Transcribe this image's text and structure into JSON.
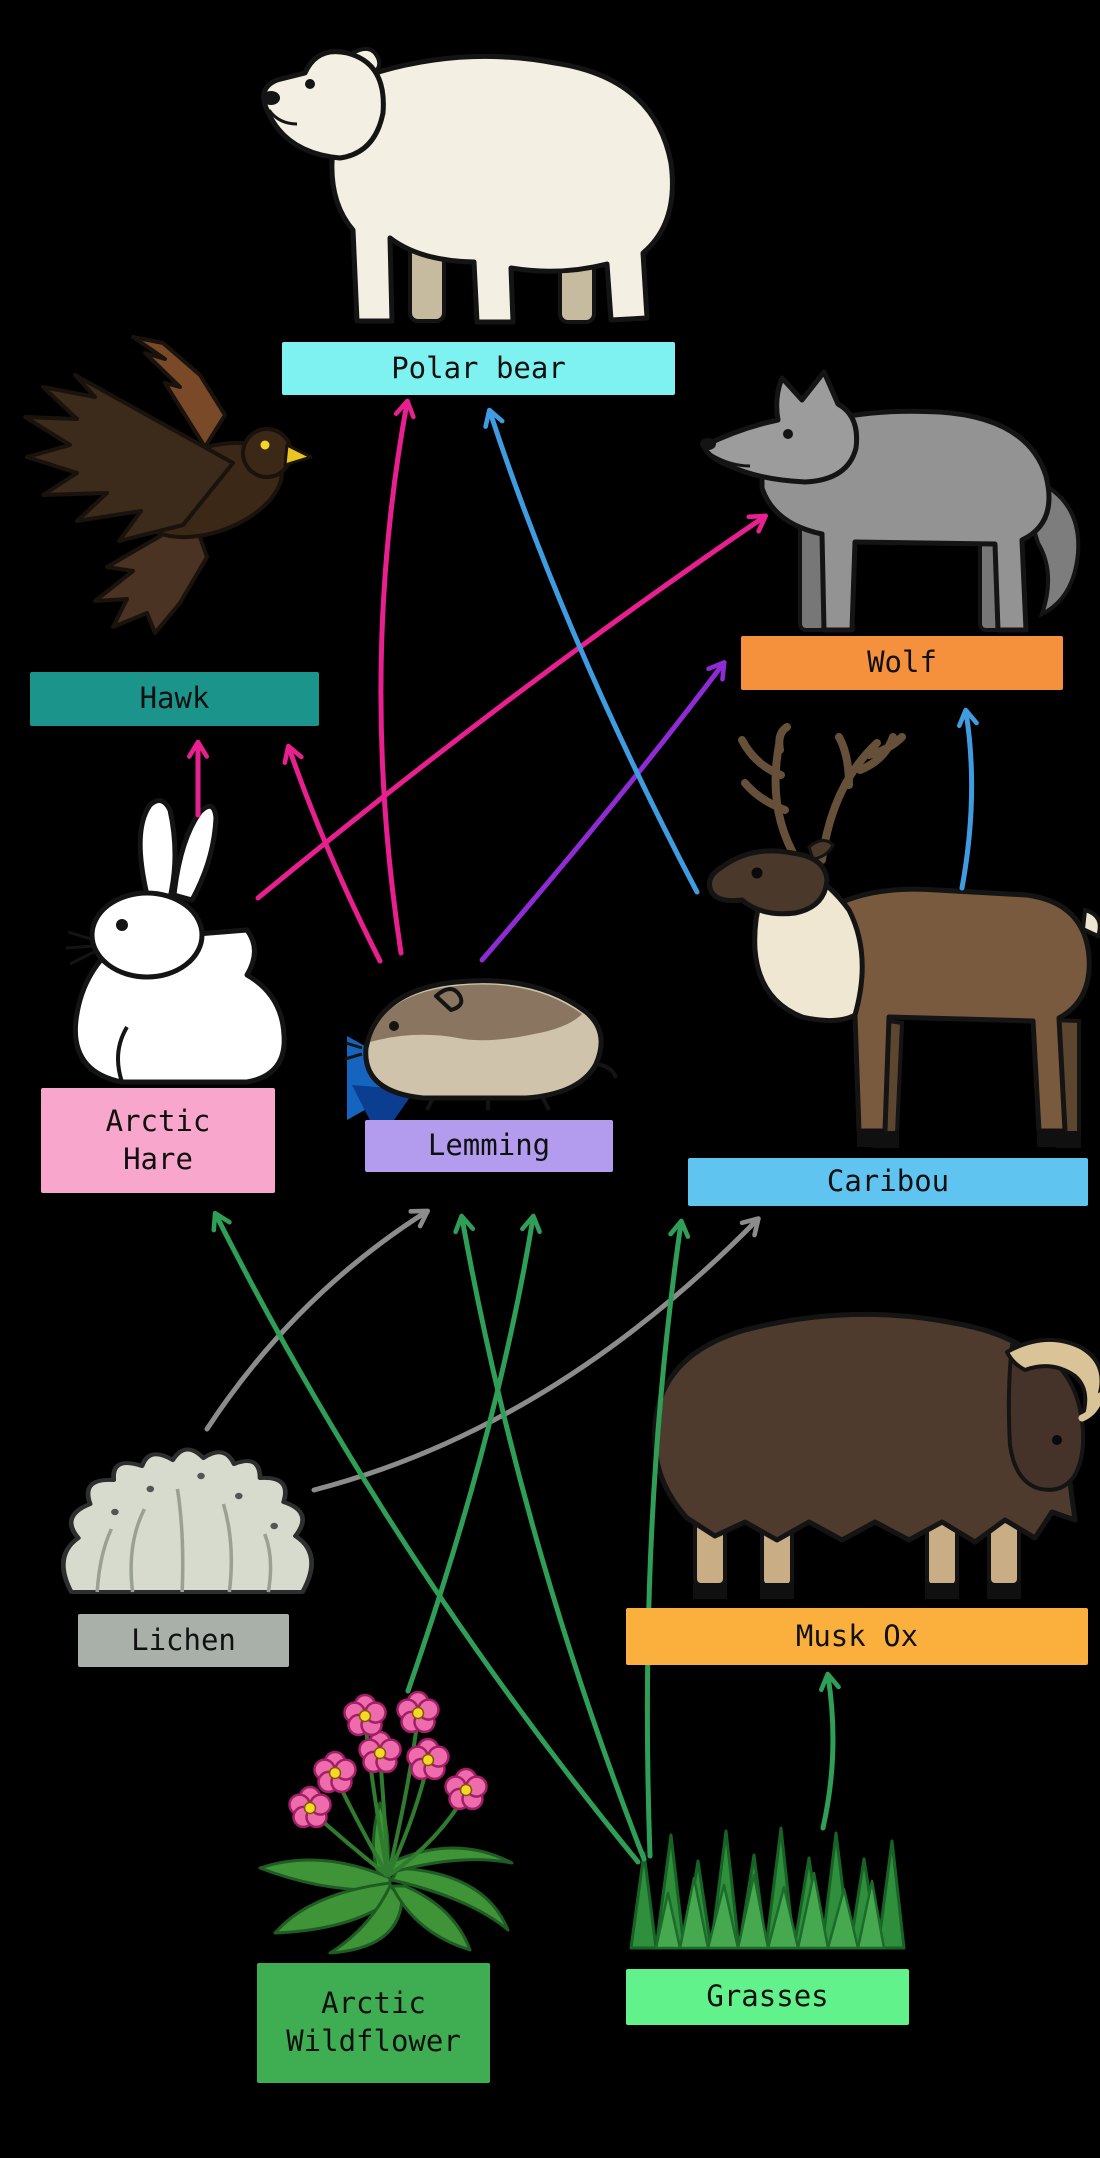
{
  "page": {
    "background": "#000000"
  },
  "organisms": [
    {
      "id": "polar-bear",
      "label": "Polar bear",
      "label_color": "#7ef2f0"
    },
    {
      "id": "hawk",
      "label": "Hawk",
      "label_color": "#1b948c"
    },
    {
      "id": "wolf",
      "label": "Wolf",
      "label_color": "#f5913d"
    },
    {
      "id": "arctic-hare",
      "label": "Arctic Hare",
      "label_color": "#f8a6cc"
    },
    {
      "id": "lemming",
      "label": "Lemming",
      "label_color": "#b39ced"
    },
    {
      "id": "caribou",
      "label": "Caribou",
      "label_color": "#5fc4f0"
    },
    {
      "id": "musk-ox",
      "label": "Musk Ox",
      "label_color": "#fbb03e"
    },
    {
      "id": "lichen",
      "label": "Lichen",
      "label_color": "#a9b0a9"
    },
    {
      "id": "arctic-wildflower",
      "label": "Arctic Wildflower",
      "label_color": "#3fae52"
    },
    {
      "id": "grasses",
      "label": "Grasses",
      "label_color": "#62f28c"
    }
  ],
  "arrows": [
    {
      "from": "arctic-hare",
      "to": "hawk",
      "color": "#e81f8f"
    },
    {
      "from": "arctic-hare",
      "to": "wolf",
      "color": "#e81f8f"
    },
    {
      "from": "lemming",
      "to": "polar-bear",
      "color": "#e81f8f"
    },
    {
      "from": "lemming",
      "to": "hawk",
      "color": "#e81f8f"
    },
    {
      "from": "lemming",
      "to": "wolf",
      "color": "#8e2bd4"
    },
    {
      "from": "caribou",
      "to": "polar-bear",
      "color": "#3f9ce0"
    },
    {
      "from": "caribou",
      "to": "wolf",
      "color": "#3f9ce0"
    },
    {
      "from": "lichen",
      "to": "lemming",
      "color": "#8c8c8c"
    },
    {
      "from": "lichen",
      "to": "caribou",
      "color": "#8c8c8c"
    },
    {
      "from": "grasses",
      "to": "arctic-hare",
      "color": "#2f9e57"
    },
    {
      "from": "grasses",
      "to": "lemming",
      "color": "#2f9e57"
    },
    {
      "from": "grasses",
      "to": "caribou",
      "color": "#2f9e57"
    },
    {
      "from": "grasses",
      "to": "musk-ox",
      "color": "#2f9e57"
    },
    {
      "from": "arctic-wildflower",
      "to": "lemming",
      "color": "#2f9e57"
    }
  ]
}
